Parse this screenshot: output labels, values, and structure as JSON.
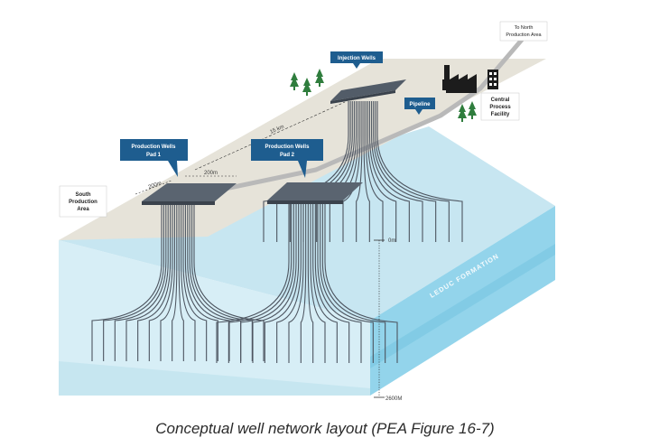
{
  "labels": {
    "to_north": [
      "To North",
      "Production Area"
    ],
    "injection_wells": "Injection Wells",
    "pipeline": "Pipeline",
    "central_facility": [
      "Central",
      "Process",
      "Facility"
    ],
    "production_pad1": [
      "Production Wells",
      "Pad 1"
    ],
    "production_pad2": [
      "Production Wells",
      "Pad 2"
    ],
    "south_area": [
      "South",
      "Production",
      "Area"
    ],
    "dist_15km": "15 km",
    "dist_200m_a": "200m",
    "dist_200m_b": "200m",
    "formation": "LEDUC FORMATION",
    "depth_top": "0m",
    "depth_bottom": "2600M"
  },
  "caption": "Conceptual well network layout (PEA Figure 16-7)",
  "colors": {
    "ground": "#e4e1d7",
    "block_top": "#bfe1ee",
    "block_front": "#d3ecf5",
    "block_side": "#8fd2ea",
    "callout": "#1e5d8f",
    "pad": "#505a66",
    "well": "#474f59"
  }
}
